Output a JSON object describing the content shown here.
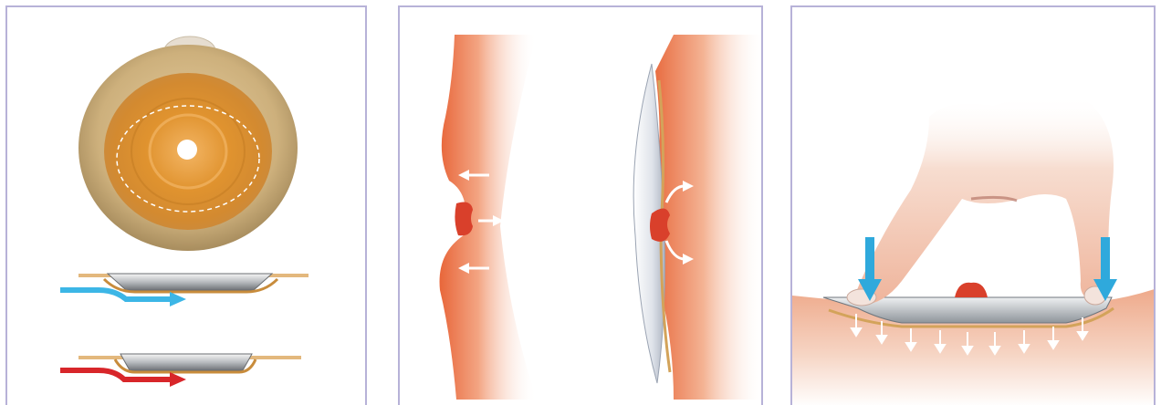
{
  "panels": [
    {
      "id": "ostomy-wafer-panel"
    },
    {
      "id": "stoma-skin-cross-section-panel"
    },
    {
      "id": "finger-press-application-panel"
    }
  ],
  "colors": {
    "panel_border": "#b7b2d8",
    "wafer_tan": "#cfb27e",
    "wafer_amber": "#d98a2c",
    "flow_blue": "#3cb6e6",
    "flow_red": "#d8262a",
    "skin_orange": "#e8663a",
    "stoma_red": "#d9402b",
    "press_arrow_blue": "#2fa9dc",
    "skin_tone": "#f4d0bd"
  },
  "icons": [
    "outward-arrow-icon",
    "downward-pressure-arrow-icon",
    "flow-arrow-icon"
  ]
}
